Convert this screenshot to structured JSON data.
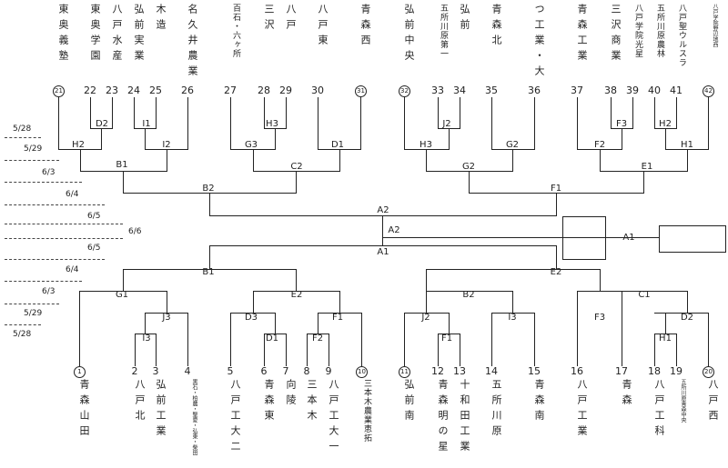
{
  "top_teams": [
    {
      "n": "21",
      "name": "東奥義塾",
      "seed": true
    },
    {
      "n": "22",
      "name": "東奥学園"
    },
    {
      "n": "23",
      "name": "八戸水産"
    },
    {
      "n": "24",
      "name": "弘前実業"
    },
    {
      "n": "25",
      "name": "木造"
    },
    {
      "n": "26",
      "name": "名久井農業"
    },
    {
      "n": "27",
      "name": "百石・六ヶ所"
    },
    {
      "n": "28",
      "name": "三沢"
    },
    {
      "n": "29",
      "name": "八戸"
    },
    {
      "n": "30",
      "name": "八戸東"
    },
    {
      "n": "31",
      "name": "青森西",
      "seed": true
    },
    {
      "n": "32",
      "name": "弘前中央",
      "seed": true
    },
    {
      "n": "33",
      "name": "五所川原第一"
    },
    {
      "n": "34",
      "name": "弘前"
    },
    {
      "n": "35",
      "name": "青森北"
    },
    {
      "n": "36",
      "name": "つ工業・大"
    },
    {
      "n": "37",
      "name": "青森工業"
    },
    {
      "n": "38",
      "name": "三沢商業"
    },
    {
      "n": "39",
      "name": "八戸学院光星"
    },
    {
      "n": "40",
      "name": "五所川原農林"
    },
    {
      "n": "41",
      "name": "八戸聖ウルスラ"
    },
    {
      "n": "42",
      "name": "八戸学院野辺地西",
      "seed": true
    }
  ],
  "bottom_teams": [
    {
      "n": "1",
      "name": "青森山田",
      "seed": true
    },
    {
      "n": "2",
      "name": "八戸北"
    },
    {
      "n": "3",
      "name": "弘前工業"
    },
    {
      "n": "4",
      "name": "黒石・柏農・聖愛・弘東・柴田"
    },
    {
      "n": "5",
      "name": "八戸工大二"
    },
    {
      "n": "6",
      "name": "青森東"
    },
    {
      "n": "7",
      "name": "向陵"
    },
    {
      "n": "8",
      "name": "三本木"
    },
    {
      "n": "9",
      "name": "八戸工大一"
    },
    {
      "n": "10",
      "name": "三本木農業恵拓",
      "seed": true
    },
    {
      "n": "11",
      "name": "弘前南",
      "seed": true
    },
    {
      "n": "12",
      "name": "青森明の星"
    },
    {
      "n": "13",
      "name": "十和田工業"
    },
    {
      "n": "14",
      "name": "五所川原"
    },
    {
      "n": "15",
      "name": "青森南"
    },
    {
      "n": "16",
      "name": "八戸工業"
    },
    {
      "n": "17",
      "name": "青森"
    },
    {
      "n": "18",
      "name": "八戸工科"
    },
    {
      "n": "19",
      "name": "五所川原青森中央"
    },
    {
      "n": "20",
      "name": "八戸西",
      "seed": true
    }
  ],
  "games": {
    "D2": "D2",
    "I1": "I1",
    "I2": "I2",
    "H2": "H2",
    "H3": "H3",
    "G3": "G3",
    "D1": "D1",
    "J2": "J2",
    "H3b": "H3",
    "G2": "G2",
    "F3": "F3",
    "H2b": "H2",
    "F2": "F2",
    "H1": "H1",
    "B1": "B1",
    "C2": "C2",
    "G2b": "G2",
    "E1": "E1",
    "B2": "B2",
    "F1": "F1",
    "A2": "A2",
    "A2c": "A2",
    "A1": "A1",
    "A1c": "A1",
    "B1b": "B1",
    "E2": "E2",
    "G1": "G1",
    "J3": "J3",
    "I3": "I3",
    "E2b": "E2",
    "D3": "D3",
    "D1b": "D1",
    "F1b": "F1",
    "F2b": "F2",
    "B2b": "B2",
    "J2b": "J2",
    "F1c": "F1",
    "I3b": "I3",
    "C1": "C1",
    "F3b": "F3",
    "D2b": "D2",
    "H1b": "H1"
  },
  "dates": [
    "5/28",
    "5/29",
    "6/3",
    "6/4",
    "6/5",
    "6/6",
    "6/5",
    "6/4",
    "6/3",
    "5/29",
    "5/28"
  ]
}
